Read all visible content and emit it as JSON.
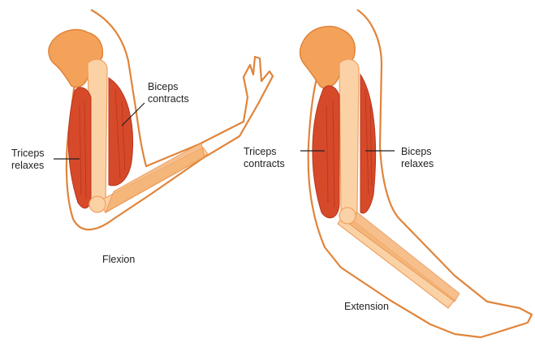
{
  "flexion": {
    "caption": "Flexion",
    "biceps": {
      "line1": "Biceps",
      "line2": "contracts"
    },
    "triceps": {
      "line1": "Triceps",
      "line2": "relaxes"
    }
  },
  "extension": {
    "caption": "Extension",
    "biceps": {
      "line1": "Biceps",
      "line2": "relaxes"
    },
    "triceps": {
      "line1": "Triceps",
      "line2": "contracts"
    }
  },
  "colors": {
    "outline": "#e0843a",
    "bone": "#f4a25a",
    "bone_light": "#fbd2a6",
    "muscle": "#d64a2a",
    "muscle_dark": "#b8341d",
    "skin_fill": "#ffffff"
  }
}
